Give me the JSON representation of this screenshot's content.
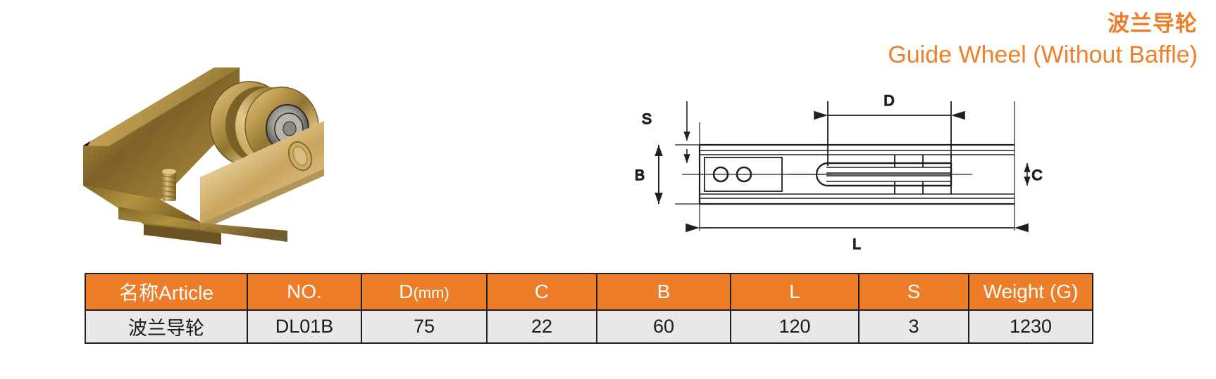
{
  "title": {
    "chinese": "波兰导轮",
    "english": "Guide  Wheel (Without Baffle)",
    "accent_color": "#ED7D28"
  },
  "product_photo": {
    "alt": "guide-wheel-bracket-photo",
    "finish_color": "#C79A3E"
  },
  "drawing": {
    "name": "guide-wheel-dimension-drawing",
    "dimension_labels": {
      "s": "S",
      "b": "B",
      "d": "D",
      "c": "C",
      "l": "L"
    }
  },
  "table": {
    "header_color": "#ED7D28",
    "row_color": "#e8e8e8",
    "columns": [
      {
        "key": "article",
        "label": "名称Article"
      },
      {
        "key": "no",
        "label": "NO."
      },
      {
        "key": "d",
        "label": "D",
        "unit": "(mm)"
      },
      {
        "key": "c",
        "label": "C"
      },
      {
        "key": "b",
        "label": "B"
      },
      {
        "key": "l",
        "label": "L"
      },
      {
        "key": "s",
        "label": "S"
      },
      {
        "key": "weight",
        "label": "Weight (G)"
      }
    ],
    "rows": [
      {
        "article": "波兰导轮",
        "no": "DL01B",
        "d": "75",
        "c": "22",
        "b": "60",
        "l": "120",
        "s": "3",
        "weight": "1230"
      }
    ]
  }
}
